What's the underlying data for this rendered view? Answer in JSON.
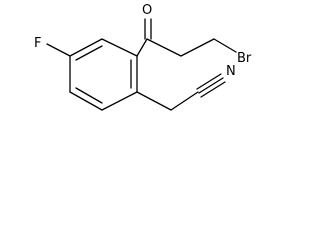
{
  "atoms": {
    "oxygen": "O",
    "fluorine": "F",
    "bromine": "Br",
    "nitrogen": "N"
  }
}
